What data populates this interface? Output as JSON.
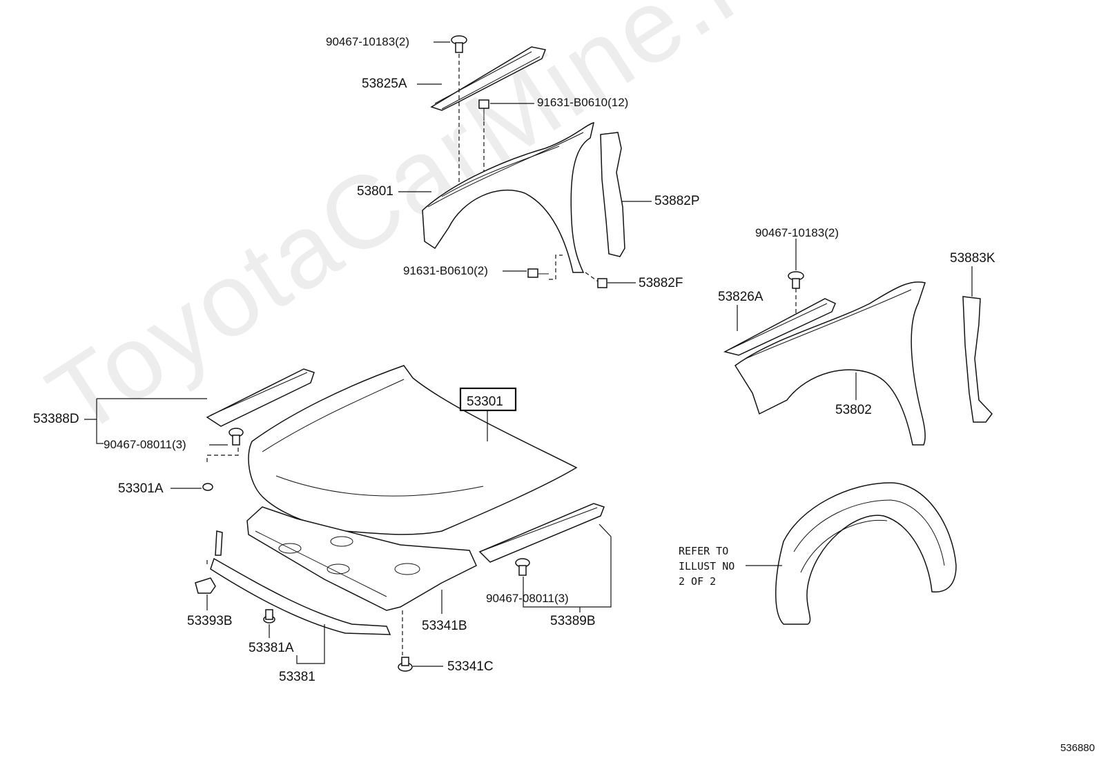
{
  "watermark": "ToyotaCarMine.ru",
  "diagram_id": "536880",
  "parts": {
    "p90467_10183_top": "90467-10183(2)",
    "p53825A": "53825A",
    "p91631_B0610_12": "91631-B0610(12)",
    "p53801": "53801",
    "p53882P": "53882P",
    "p91631_B0610_2": "91631-B0610(2)",
    "p53882F": "53882F",
    "p90467_10183_right": "90467-10183(2)",
    "p53883K": "53883K",
    "p53826A": "53826A",
    "p53802": "53802",
    "p53388D": "53388D",
    "p90467_08011_left": "90467-08011(3)",
    "p53301": "53301",
    "p53301A": "53301A",
    "p53393B": "53393B",
    "p53381A": "53381A",
    "p53381": "53381",
    "p53341B": "53341B",
    "p53341C": "53341C",
    "p90467_08011_right": "90467-08011(3)",
    "p53389B": "53389B"
  },
  "refer_note": {
    "line1": "REFER TO",
    "line2": "ILLUST NO",
    "line3": "2 OF 2"
  }
}
